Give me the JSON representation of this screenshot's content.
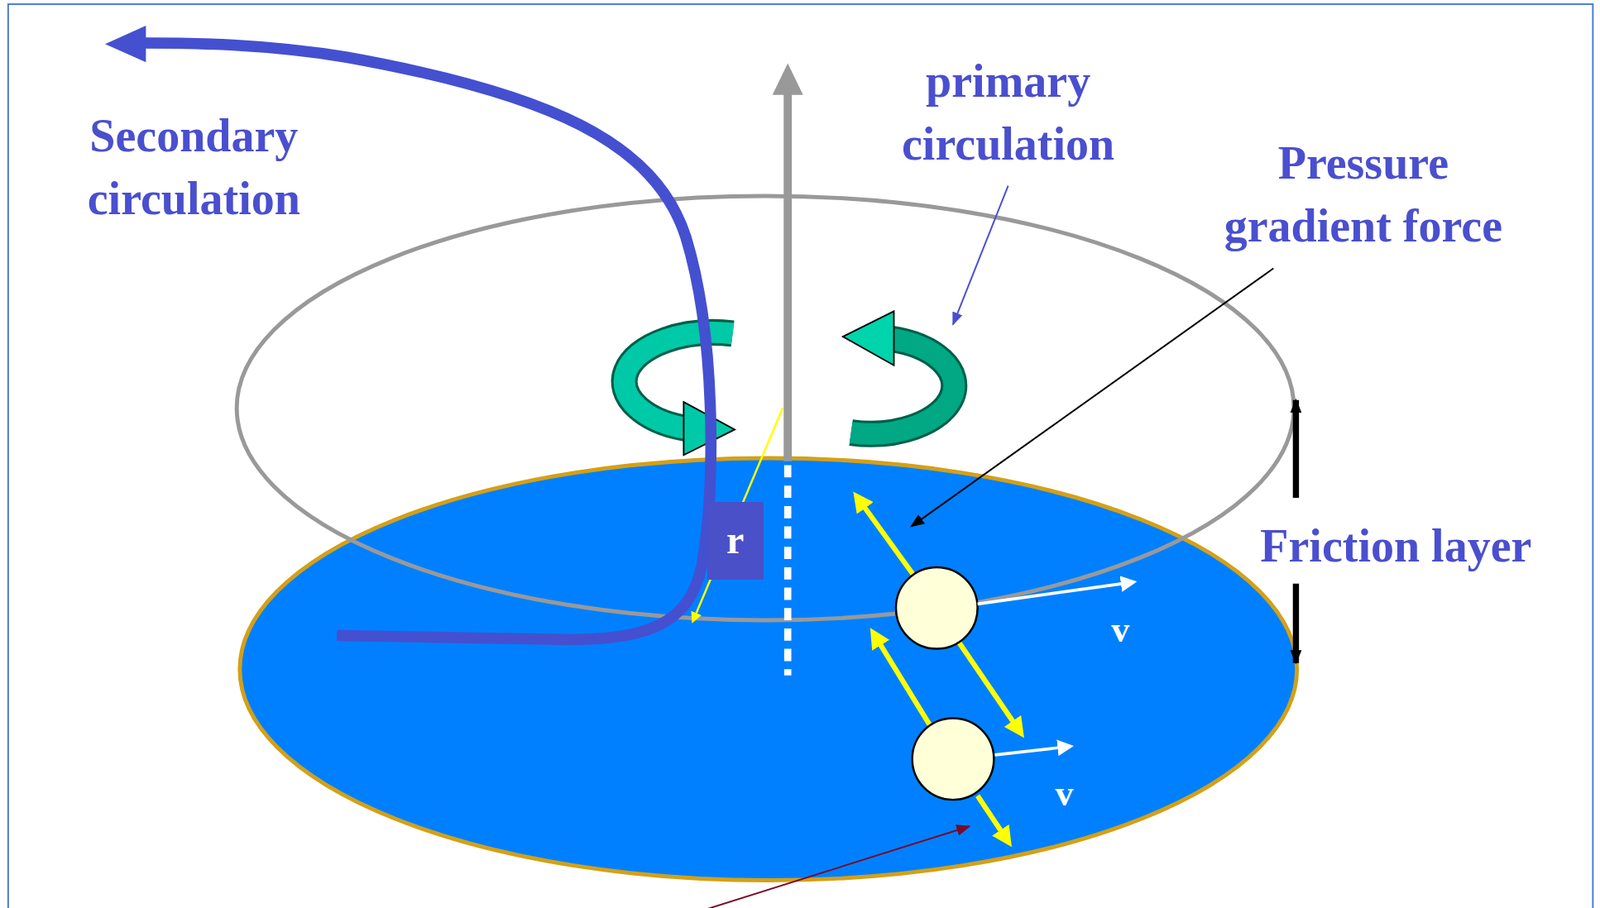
{
  "diagram": {
    "nodes": [
      {
        "text": [
          "r"
        ]
      }
    ],
    "labels": [
      "Secondary circulation",
      "primary circulation",
      "Pressure gradient force",
      "Friction layer",
      "v",
      "v"
    ]
  }
}
